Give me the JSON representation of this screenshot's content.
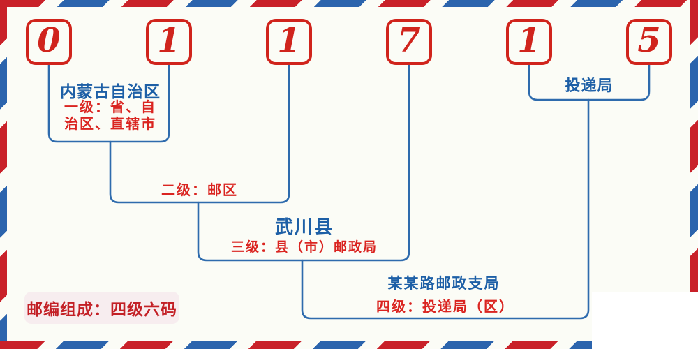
{
  "diagram": {
    "code_digits": [
      "0",
      "1",
      "1",
      "7",
      "1",
      "5"
    ],
    "levels": {
      "level1": {
        "place": "内蒙古自治区",
        "label_line1": "一级：省、自",
        "label_line2": "治区、直辖市"
      },
      "level2": {
        "label": "二级：邮区"
      },
      "level3": {
        "place": "武川县",
        "label": "三级：县（市）邮政局"
      },
      "level4": {
        "place": "某某路邮政支局",
        "label": "四级：投递局（区）"
      },
      "delivery": {
        "place": "投递局"
      }
    },
    "note": "邮编组成：四级六码"
  },
  "colors": {
    "stripe_red": "#c92129",
    "stripe_blue": "#2b64ad",
    "digit_red": "#d0241c",
    "connector_blue": "#2e6bad",
    "blue_text": "#1d5fa6",
    "red_text": "#da2420",
    "note_bg": "#f7edef"
  }
}
